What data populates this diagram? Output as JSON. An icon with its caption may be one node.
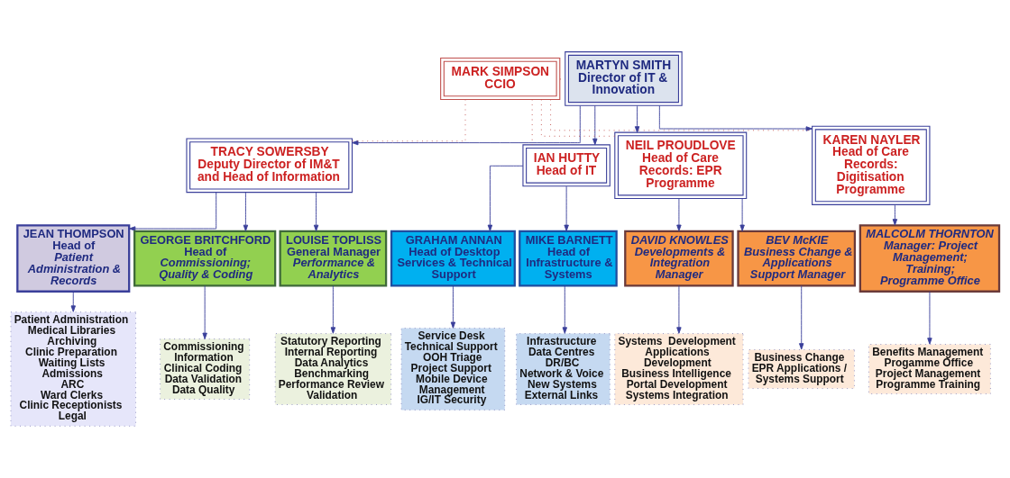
{
  "diagram": {
    "nodes": [
      {
        "text": [
          "MARTYN SMITH",
          "Director of IT & Innovation"
        ]
      },
      {
        "text": [
          "MARK SIMPSON",
          "CCIO"
        ]
      },
      {
        "text": [
          "TRACY SOWERSBY",
          "Deputy Director of IM&T and Head of Information"
        ]
      },
      {
        "text": [
          "IAN HUTTY",
          "Head of IT"
        ]
      },
      {
        "text": [
          "NEIL PROUDLOVE",
          "Head of Care Records: EPR Programme"
        ]
      },
      {
        "text": [
          "KAREN NAYLER",
          "Head of Care Records: Digitisation Programme"
        ]
      },
      {
        "text": [
          "JEAN THOMPSON",
          "Head of",
          "Patient Administration & Records"
        ]
      },
      {
        "text": [
          "GEORGE BRITCHFORD",
          "Head of",
          "Commissioning; Quality & Coding"
        ]
      },
      {
        "text": [
          "LOUISE TOPLISS",
          "General Manager",
          "Performance & Analytics"
        ]
      },
      {
        "text": [
          "GRAHAM ANNAN",
          "Head of Desktop Services & Technical Support"
        ]
      },
      {
        "text": [
          "MIKE BARNETT",
          "Head of Infrastructure & Systems"
        ]
      },
      {
        "text": [
          "DAVID KNOWLES",
          "Developments & Integration Manager"
        ]
      },
      {
        "text": [
          "BEV McKIE",
          "Business Change & Applications Support Manager"
        ]
      },
      {
        "text": [
          "MALCOLM THORNTON",
          "Manager: Project Management; Training; Programme Office"
        ]
      },
      {
        "text": [
          "Patient Administration",
          "Medical Libraries",
          "Archiving",
          "Clinic Preparation",
          "Waiting Lists",
          "Admissions",
          "ARC",
          "Ward Clerks",
          "Clinic Receptionists",
          "Legal"
        ]
      },
      {
        "text": [
          "Commissioning",
          "Information",
          "Clinical Coding",
          "Data Validation",
          "Data Quality"
        ]
      },
      {
        "text": [
          "Statutory Reporting",
          "Internal Reporting",
          "Data Analytics",
          "Benchmarking",
          "Performance Review",
          "Validation"
        ]
      },
      {
        "text": [
          "Service Desk",
          "Technical Support",
          "OOH Triage",
          "Project Support",
          "Mobile Device Management",
          "IG/IT Security"
        ]
      },
      {
        "text": [
          "Infrastructure",
          "Data Centres",
          "DR/BC",
          "Network & Voice",
          "New Systems",
          "External Links"
        ]
      },
      {
        "text": [
          "Systems  Development",
          "Applications Development",
          "Business Intelligence",
          "Portal Development",
          "Systems Integration"
        ]
      },
      {
        "text": [
          "Business Change",
          "EPR Applications / Systems Support"
        ]
      },
      {
        "text": [
          "Benefits Management",
          "Progamme Office",
          "Project Management",
          "Programme Training"
        ]
      }
    ],
    "edges": [
      {
        "from": 1,
        "to": 0,
        "arrow": "none",
        "style": "dashed",
        "color": "#c0504d"
      },
      {
        "from": 0,
        "to": 2,
        "arrow": "to"
      },
      {
        "from": 0,
        "to": 3,
        "arrow": "to"
      },
      {
        "from": 0,
        "to": 4,
        "arrow": "to"
      },
      {
        "from": 0,
        "to": 5,
        "arrow": "to"
      },
      {
        "from": 1,
        "to": 2,
        "arrow": "none",
        "style": "dashed",
        "color": "#c0504d"
      },
      {
        "from": 1,
        "to": 3,
        "arrow": "none",
        "style": "dashed",
        "color": "#c0504d"
      },
      {
        "from": 1,
        "to": 4,
        "arrow": "none",
        "style": "dashed",
        "color": "#c0504d"
      },
      {
        "from": 1,
        "to": 5,
        "arrow": "none",
        "style": "dashed",
        "color": "#c0504d"
      },
      {
        "from": 2,
        "to": 6,
        "arrow": "to"
      },
      {
        "from": 2,
        "to": 7,
        "arrow": "to"
      },
      {
        "from": 2,
        "to": 8,
        "arrow": "to"
      },
      {
        "from": 3,
        "to": 9,
        "arrow": "to"
      },
      {
        "from": 3,
        "to": 10,
        "arrow": "to"
      },
      {
        "from": 4,
        "to": 11,
        "arrow": "to"
      },
      {
        "from": 4,
        "to": 12,
        "arrow": "to"
      },
      {
        "from": 5,
        "to": 13,
        "arrow": "to"
      },
      {
        "from": 6,
        "to": 14,
        "arrow": "to"
      },
      {
        "from": 7,
        "to": 15,
        "arrow": "to"
      },
      {
        "from": 8,
        "to": 16,
        "arrow": "to"
      },
      {
        "from": 9,
        "to": 17,
        "arrow": "to"
      },
      {
        "from": 10,
        "to": 18,
        "arrow": "to"
      },
      {
        "from": 11,
        "to": 19,
        "arrow": "to"
      },
      {
        "from": 12,
        "to": 20,
        "arrow": "to"
      },
      {
        "from": 13,
        "to": 21,
        "arrow": "to"
      }
    ]
  }
}
